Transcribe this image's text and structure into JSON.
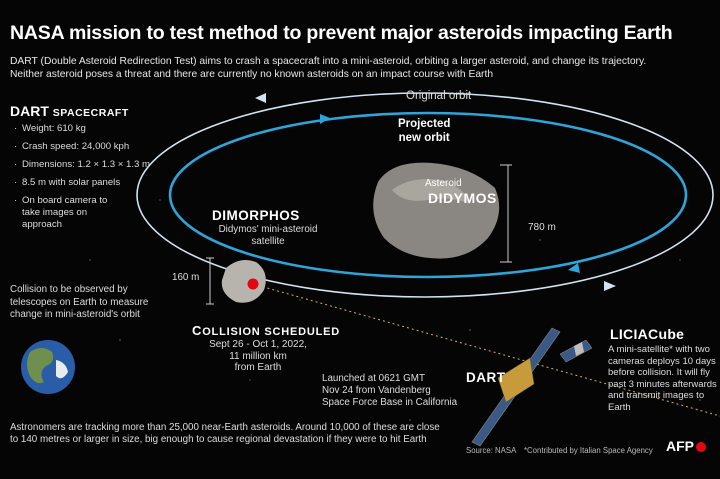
{
  "title": "NASA mission to test method to prevent major asteroids impacting Earth",
  "intro": {
    "line1": "DART (Double Asteroid Redirection Test) aims to crash a spacecraft into a mini-asteroid, orbiting a larger asteroid, and change its trajectory.",
    "line2": "Neither asteroid poses a threat and there are currently no known asteroids on an impact course with Earth"
  },
  "dart_spacecraft": {
    "heading_big": "DART",
    "heading_small": "SPACECRAFT",
    "specs": [
      "Weight: 610 kg",
      "Crash speed: 24,000 kph",
      "Dimensions: 1.2 × 1.3 × 1.3 m",
      "8.5 m with solar panels",
      "On board camera to take images on approach"
    ]
  },
  "orbits": {
    "original_label": "Original orbit",
    "projected_label_1": "Projected",
    "projected_label_2": "new orbit"
  },
  "didymos": {
    "prefix": "Asteroid",
    "name": "DIDYMOS",
    "size": "780 m"
  },
  "dimorphos": {
    "name": "DIMORPHOS",
    "desc_1": "Didymos' mini-asteroid",
    "desc_2": "satellite",
    "size": "160 m"
  },
  "observation_note": "Collision to be observed by telescopes on Earth to measure change in mini-asteroid's orbit",
  "collision": {
    "heading_big": "C",
    "heading_rest": "OLLISION SCHEDULED",
    "line1": "Sept 26 - Oct 1, 2022,",
    "line2": "11 million km",
    "line3": "from Earth"
  },
  "launch": {
    "line1": "Launched at 0621 GMT",
    "line2": "Nov 24 from Vandenberg",
    "line3": "Space Force Base in California"
  },
  "dart_label": "DART",
  "liciacube": {
    "name": "LICIACube",
    "desc": "A mini-satellite* with two cameras deploys 10 days before collision. It will fly past 3 minutes afterwards and transmit images to Earth"
  },
  "astronomers_note": "Astronomers are tracking more than 25,000 near-Earth asteroids. Around 10,000 of these are close to 140 metres or larger in size, big enough to cause regional devastation if they were to hit Earth",
  "source": "Source: NASA",
  "footnote": "*Contributed by Italian Space Agency",
  "logo": "AFP",
  "colors": {
    "background": "#050505",
    "projected_orbit": "#2fa4d8",
    "original_orbit": "#cfe3f0",
    "impact_dot": "#e30613",
    "trajectory": "#d4b24a"
  }
}
